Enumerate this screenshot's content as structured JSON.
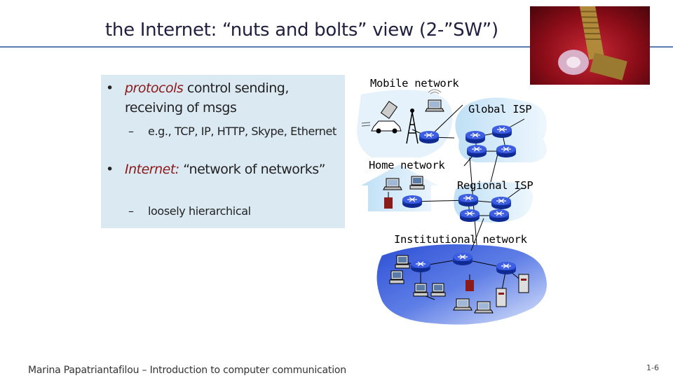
{
  "slide": {
    "title": "the Internet: “nuts and bolts” view (2-”SW”)",
    "bullets": [
      {
        "symbol": "•",
        "emphasis": "protocols",
        "text_a": " control sending, receiving of msgs",
        "emphasis_italic_first": true
      },
      {
        "symbol": "•",
        "emphasis": "Internet:",
        "text_a": " “network of networks”"
      }
    ],
    "sub_bullets": [
      {
        "symbol": "–",
        "text": "e.g., TCP, IP, HTTP, Skype, Ethernet"
      },
      {
        "symbol": "–",
        "text": "loosely hierarchical"
      }
    ],
    "footer": "Marina Papatriantafilou – Introduction to computer communication",
    "page_number": "1-6"
  },
  "diagram": {
    "labels": {
      "mobile": "Mobile network",
      "global_isp": "Global ISP",
      "home": "Home network",
      "regional_isp": "Regional ISP",
      "institutional": "Institutional network"
    }
  },
  "colors": {
    "title_text": "#1f1f3f",
    "rule": "#5b7bb0",
    "textbox": "#dbe9f2",
    "emphasis": "#8b1a1a",
    "cloud": "#cfe8f8",
    "institution_cloud": "#3a5ad8",
    "router": "#1a3ab8"
  },
  "icons": [
    "router-icon",
    "laptop-icon",
    "pc-icon",
    "cell-tower-icon",
    "car-icon",
    "wireless-ap-icon",
    "server-icon",
    "bolt-photo"
  ]
}
